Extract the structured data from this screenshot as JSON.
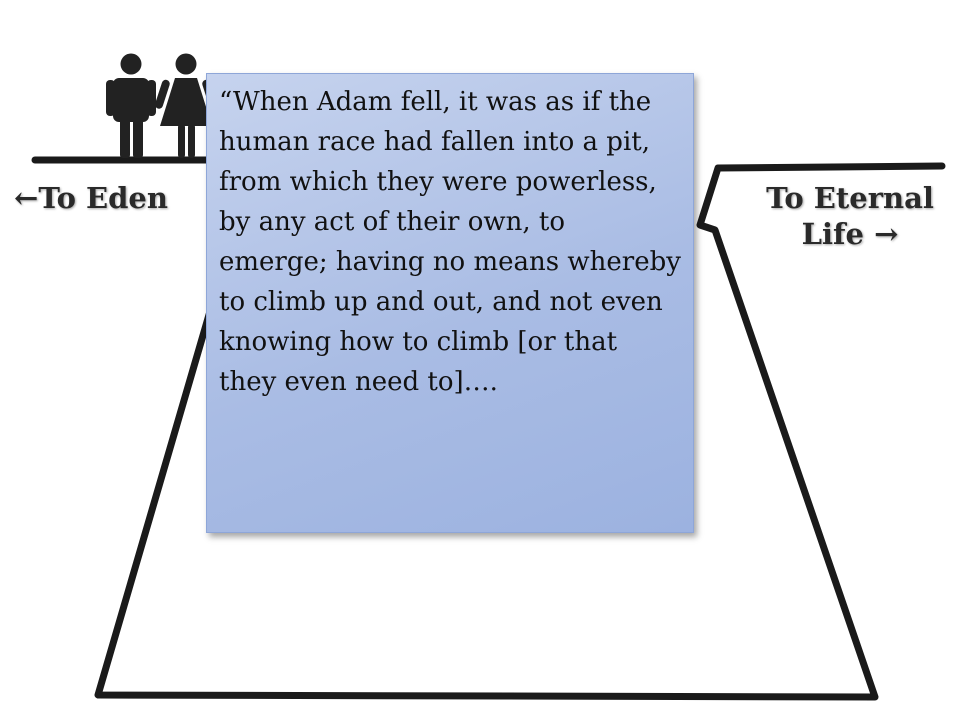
{
  "labels": {
    "left_arrow": "←",
    "left_text": "To Eden",
    "right_text": "To Eternal Life",
    "right_arrow": "→"
  },
  "quote": {
    "text": "“When Adam fell, it was as if the human race had fallen into a pit, from which they were powerless, by any act of their own, to emerge; having no means whereby to climb up and out, and not even knowing how to climb [or that they even need to]…."
  },
  "icons": {
    "figures": "man-woman-figures-icon"
  },
  "colors": {
    "quote_box": "#a9bce4",
    "outline": "#1a1a1a"
  }
}
